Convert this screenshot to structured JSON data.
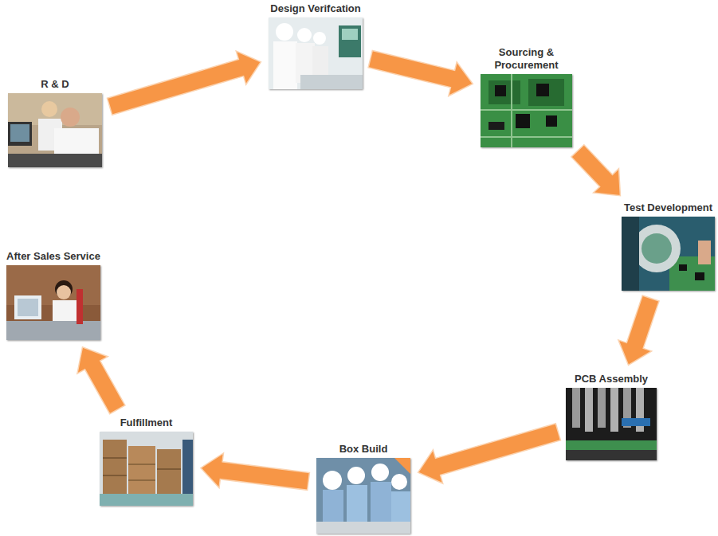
{
  "diagram": {
    "nodes": [
      {
        "text": [
          "R & D"
        ]
      },
      {
        "text": [
          "Design Verifcation"
        ]
      },
      {
        "text": [
          "Sourcing & Procurement"
        ]
      },
      {
        "text": [
          "Test Development"
        ]
      },
      {
        "text": [
          "PCB Assembly"
        ]
      },
      {
        "text": [
          "Box Build"
        ]
      },
      {
        "text": [
          "Fulfillment"
        ]
      },
      {
        "text": [
          "After Sales Service"
        ]
      }
    ],
    "edges": [
      {
        "from": 0,
        "to": 1,
        "arrow": "to"
      },
      {
        "from": 1,
        "to": 2,
        "arrow": "to"
      },
      {
        "from": 2,
        "to": 3,
        "arrow": "to"
      },
      {
        "from": 3,
        "to": 4,
        "arrow": "to"
      },
      {
        "from": 4,
        "to": 5,
        "arrow": "to"
      },
      {
        "from": 5,
        "to": 6,
        "arrow": "to"
      },
      {
        "from": 6,
        "to": 7,
        "arrow": "to"
      }
    ]
  }
}
